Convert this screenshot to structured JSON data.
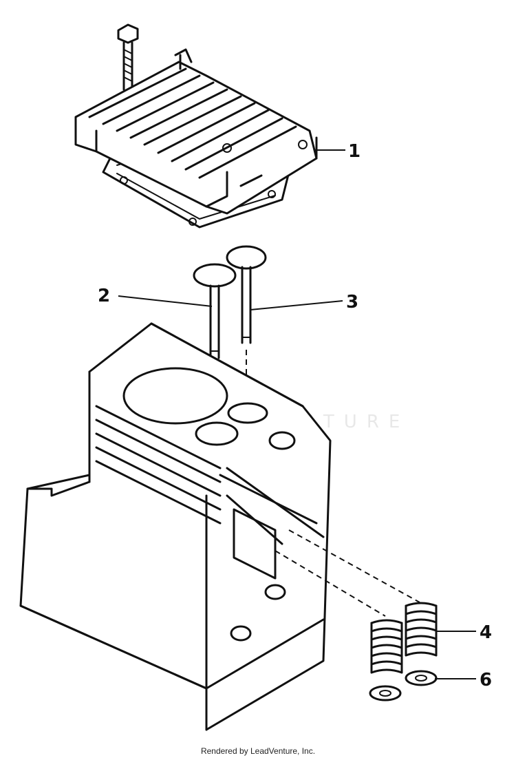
{
  "callouts": {
    "c1": "1",
    "c2": "2",
    "c3": "3",
    "c4": "4",
    "c6": "6"
  },
  "watermark": "LEADVENTURE",
  "footer": "Rendered by LeadVenture, Inc."
}
